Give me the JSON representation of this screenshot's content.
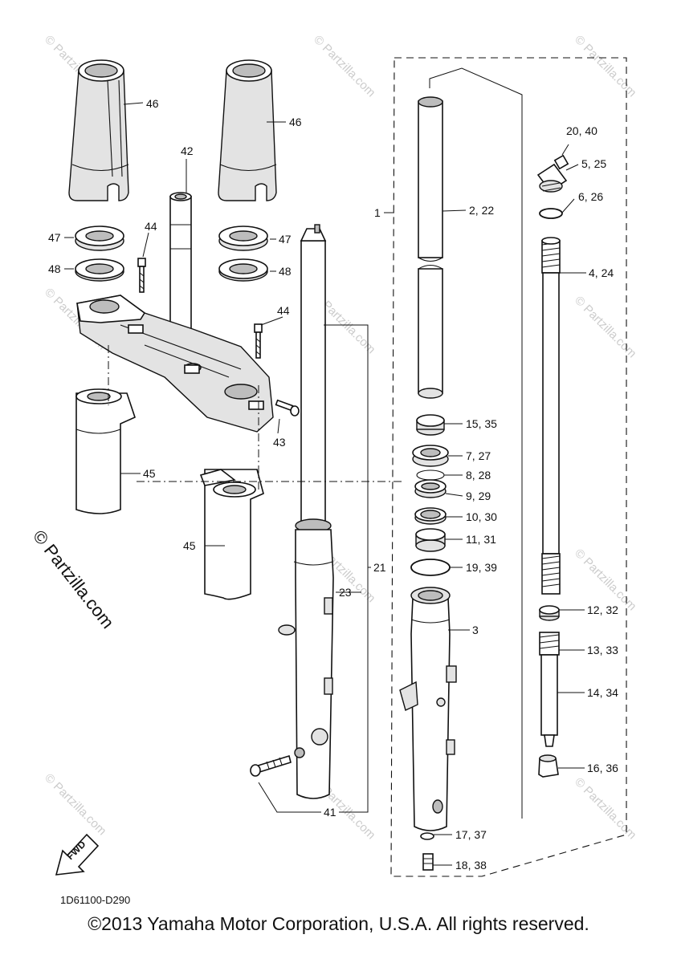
{
  "watermark": "© Partzilla.com",
  "brand_watermark": "© Partzilla.com",
  "diagram_code": "1D61100-D290",
  "fwd_label": "FWD",
  "copyright": "©2013 Yamaha Motor Corporation, U.S.A. All rights reserved.",
  "callouts": {
    "c1": "1",
    "c2": "2, 22",
    "c3": "3",
    "c4": "4, 24",
    "c5": "5, 25",
    "c6": "6, 26",
    "c7": "7, 27",
    "c8": "8, 28",
    "c9": "9, 29",
    "c10": "10, 30",
    "c11": "11, 31",
    "c12": "12, 32",
    "c13": "13, 33",
    "c14": "14, 34",
    "c15": "15, 35",
    "c16": "16, 36",
    "c17": "17, 37",
    "c18": "18, 38",
    "c19": "19, 39",
    "c20": "20, 40",
    "c21": "21",
    "c23": "23",
    "c41": "41",
    "c42": "42",
    "c43": "43",
    "c44a": "44",
    "c44b": "44",
    "c45a": "45",
    "c45b": "45",
    "c46a": "46",
    "c46b": "46",
    "c47a": "47",
    "c47b": "47",
    "c48a": "48",
    "c48b": "48"
  }
}
